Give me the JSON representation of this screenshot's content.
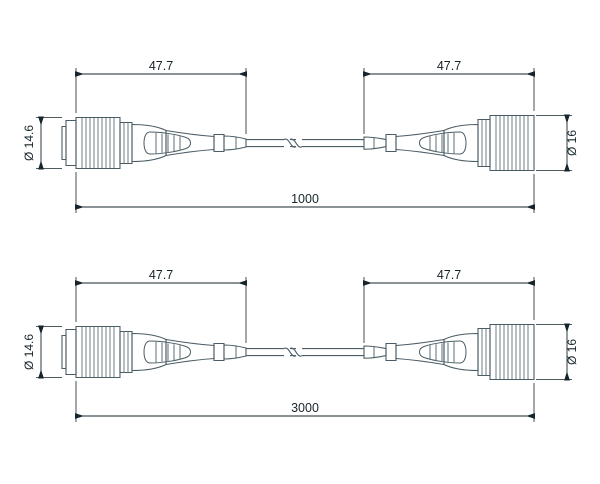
{
  "drawing": {
    "title": "cable-assembly-dimension-drawing",
    "line_color": "#4a5c66",
    "dim_color": "#16242b",
    "background": "#ffffff",
    "assemblies": [
      {
        "name": "cable-1000",
        "left_connector_length": "47.7",
        "right_connector_length": "47.7",
        "total_length": "1000",
        "left_diameter": "Ø 14.6",
        "right_diameter": "Ø 16"
      },
      {
        "name": "cable-3000",
        "left_connector_length": "47.7",
        "right_connector_length": "47.7",
        "total_length": "3000",
        "left_diameter": "Ø 14.6",
        "right_diameter": "Ø 16"
      }
    ]
  }
}
